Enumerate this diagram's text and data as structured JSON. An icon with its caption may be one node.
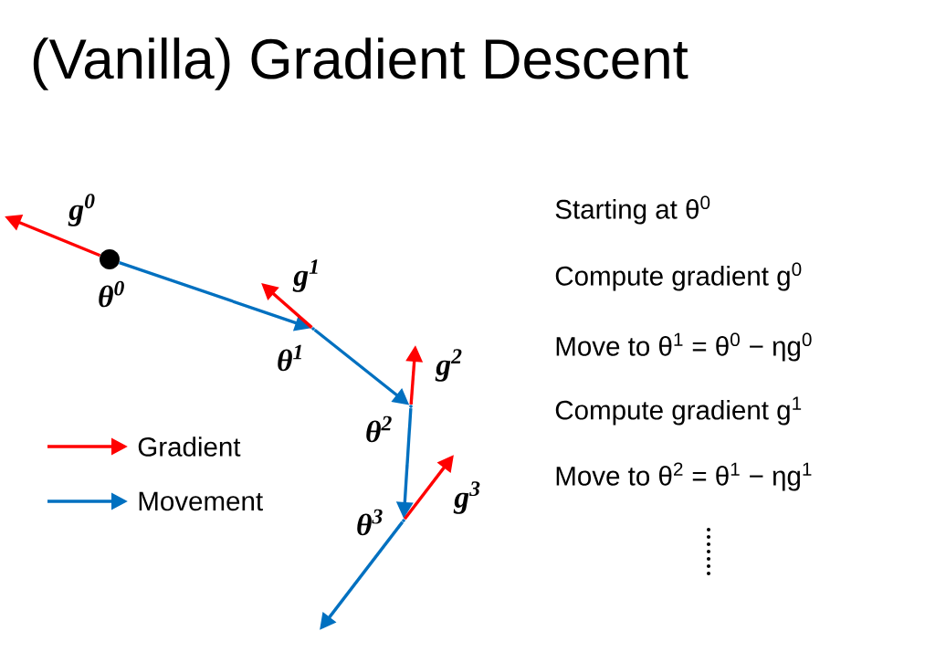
{
  "diagram": {
    "title": "(Vanilla) Gradient Descent",
    "nodes": [
      {
        "text": [],
        "shape": "circle",
        "beside": [
          "θ$^{0}$"
        ]
      },
      {
        "text": [],
        "shape": "point",
        "beside": [
          "θ$^{1}$"
        ]
      },
      {
        "text": [],
        "shape": "point",
        "beside": [
          "θ$^{2}$"
        ]
      },
      {
        "text": [],
        "shape": "point",
        "beside": [
          "θ$^{3}$"
        ]
      }
    ],
    "edges": [
      {
        "from": 0,
        "to": 1,
        "arrow": "to",
        "color": "#0070c0"
      },
      {
        "from": 1,
        "to": 2,
        "arrow": "to",
        "color": "#0070c0"
      },
      {
        "from": 2,
        "to": 3,
        "arrow": "to",
        "color": "#0070c0"
      },
      {
        "from": 3,
        "to": null,
        "arrow": "to",
        "color": "#0070c0"
      },
      {
        "from": 0,
        "to": null,
        "arrow": "to",
        "color": "#ff0000",
        "label": "g$^{0}$"
      },
      {
        "from": 1,
        "to": null,
        "arrow": "to",
        "color": "#ff0000",
        "label": "g$^{1}$"
      },
      {
        "from": 2,
        "to": null,
        "arrow": "to",
        "color": "#ff0000",
        "label": "g$^{2}$"
      },
      {
        "from": 3,
        "to": null,
        "arrow": "to",
        "color": "#ff0000",
        "label": "g$^{3}$"
      }
    ],
    "labels": [
      "Starting at θ$^{0}$",
      "Compute gradient g$^{0}$",
      "Move to θ$^{1}$ = θ$^{0}$ − ηg$^{0}$",
      "Compute gradient g$^{1}$",
      "Move to θ$^{2}$ = θ$^{1}$ − ηg$^{1}$"
    ],
    "legend": [
      {
        "text": "Gradient"
      },
      {
        "text": "Movement"
      }
    ]
  }
}
